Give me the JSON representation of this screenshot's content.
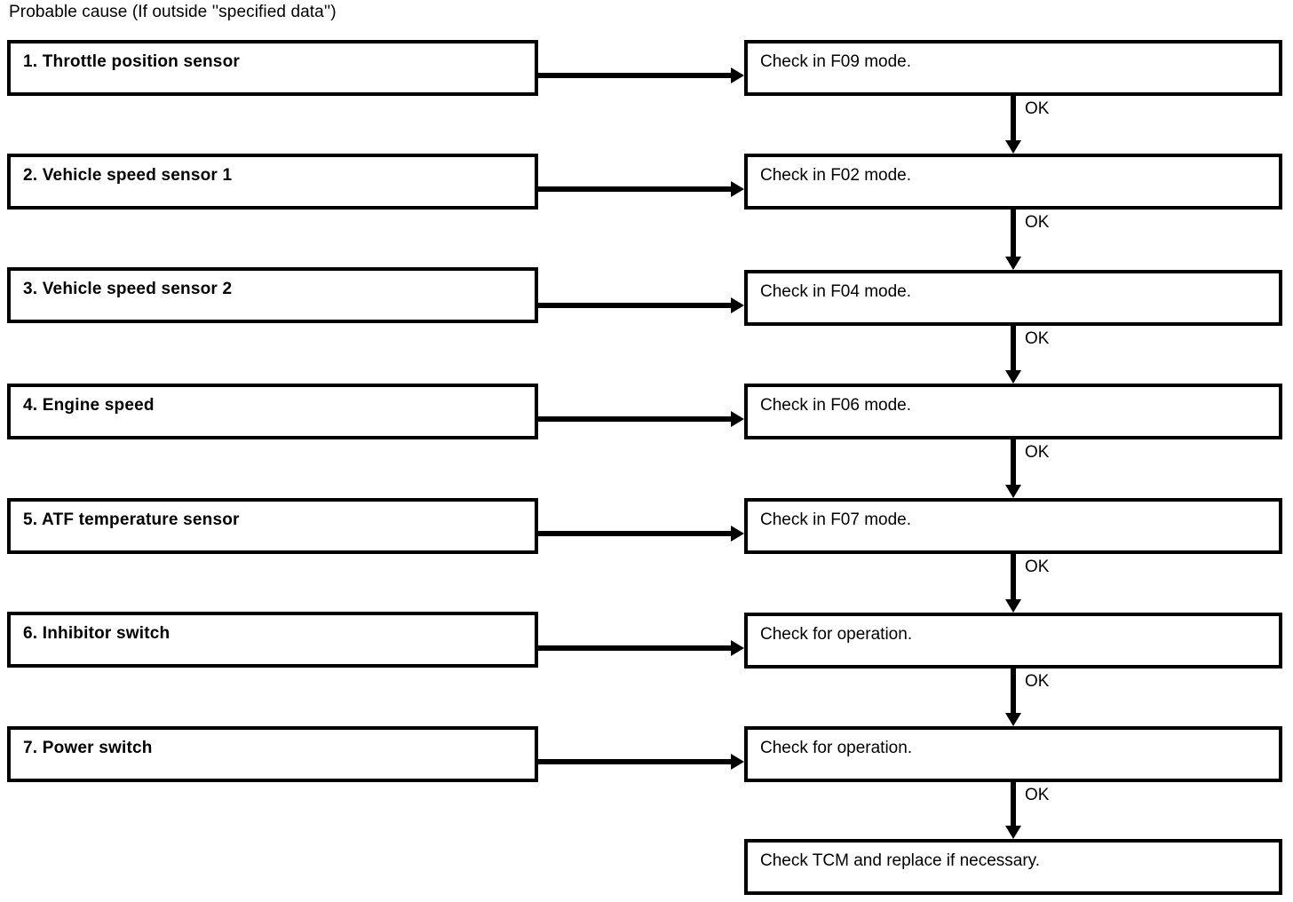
{
  "diagram": {
    "caption": "Probable cause (If outside ''specified data'')",
    "type": "flowchart",
    "colors": {
      "background": "#ffffff",
      "stroke": "#000000",
      "text": "#000000"
    },
    "edge_label_ok": "OK",
    "causes": [
      {
        "id": 1,
        "label": "1. Throttle position sensor"
      },
      {
        "id": 2,
        "label": "2. Vehicle speed sensor 1"
      },
      {
        "id": 3,
        "label": "3. Vehicle speed sensor 2"
      },
      {
        "id": 4,
        "label": "4. Engine speed"
      },
      {
        "id": 5,
        "label": "5. ATF temperature sensor"
      },
      {
        "id": 6,
        "label": "6. Inhibitor switch"
      },
      {
        "id": 7,
        "label": "7. Power switch"
      }
    ],
    "checks": [
      {
        "id": 1,
        "label": "Check in F09 mode."
      },
      {
        "id": 2,
        "label": "Check in F02 mode."
      },
      {
        "id": 3,
        "label": "Check in F04 mode."
      },
      {
        "id": 4,
        "label": "Check in F06 mode."
      },
      {
        "id": 5,
        "label": "Check in F07 mode."
      },
      {
        "id": 6,
        "label": "Check for operation."
      },
      {
        "id": 7,
        "label": "Check for operation."
      },
      {
        "id": 8,
        "label": "Check TCM and replace if necessary."
      }
    ],
    "edges": [
      {
        "from": "cause-1",
        "to": "check-1",
        "label": "",
        "direction": "horizontal"
      },
      {
        "from": "cause-2",
        "to": "check-2",
        "label": "",
        "direction": "horizontal"
      },
      {
        "from": "cause-3",
        "to": "check-3",
        "label": "",
        "direction": "horizontal"
      },
      {
        "from": "cause-4",
        "to": "check-4",
        "label": "",
        "direction": "horizontal"
      },
      {
        "from": "cause-5",
        "to": "check-5",
        "label": "",
        "direction": "horizontal"
      },
      {
        "from": "cause-6",
        "to": "check-6",
        "label": "",
        "direction": "horizontal"
      },
      {
        "from": "cause-7",
        "to": "check-7",
        "label": "",
        "direction": "horizontal"
      },
      {
        "from": "check-1",
        "to": "check-2",
        "label": "OK",
        "direction": "vertical"
      },
      {
        "from": "check-2",
        "to": "check-3",
        "label": "OK",
        "direction": "vertical"
      },
      {
        "from": "check-3",
        "to": "check-4",
        "label": "OK",
        "direction": "vertical"
      },
      {
        "from": "check-4",
        "to": "check-5",
        "label": "OK",
        "direction": "vertical"
      },
      {
        "from": "check-5",
        "to": "check-6",
        "label": "OK",
        "direction": "vertical"
      },
      {
        "from": "check-6",
        "to": "check-7",
        "label": "OK",
        "direction": "vertical"
      },
      {
        "from": "check-7",
        "to": "check-8",
        "label": "OK",
        "direction": "vertical"
      }
    ]
  }
}
